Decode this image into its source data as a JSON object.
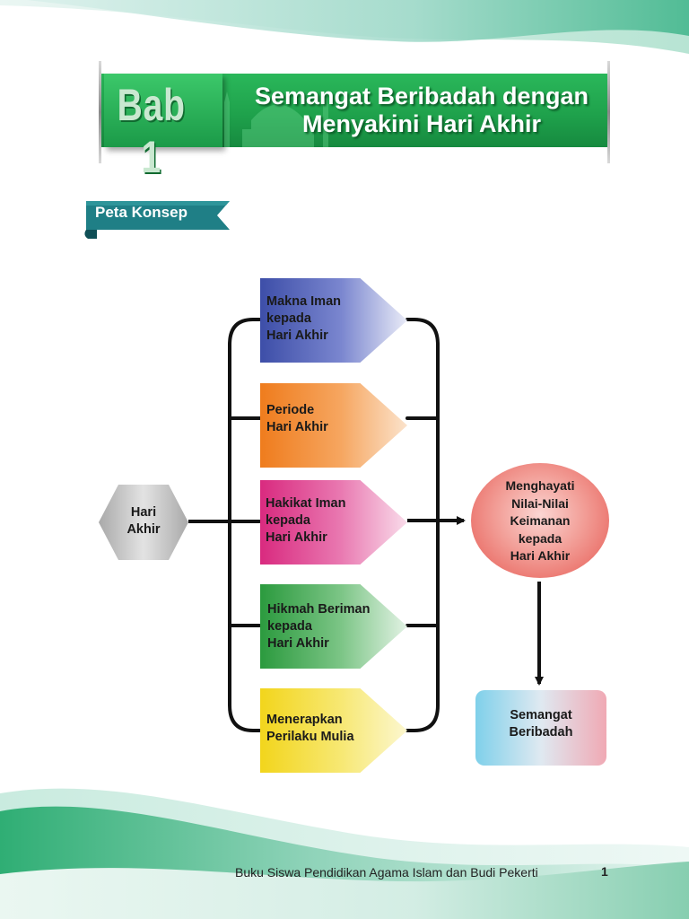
{
  "chapter": {
    "number_label": "Bab 1",
    "title_line1": "Semangat Beribadah dengan",
    "title_line2": "Menyakini Hari Akhir"
  },
  "section_label": "Peta Konsep",
  "concept_map": {
    "source": {
      "line1": "Hari",
      "line2": "Akhir"
    },
    "topics": [
      {
        "lines": [
          "Makna Iman",
          "kepada",
          "Hari Akhir"
        ],
        "color": "#3d4ea8"
      },
      {
        "lines": [
          "Periode",
          "Hari Akhir"
        ],
        "color": "#ef7c1d"
      },
      {
        "lines": [
          "Hakikat Iman",
          "kepada",
          "Hari Akhir"
        ],
        "color": "#d92a7f"
      },
      {
        "lines": [
          "Hikmah Beriman",
          "kepada",
          "Hari Akhir"
        ],
        "color": "#2b9a3e"
      },
      {
        "lines": [
          "Menerapkan",
          "Perilaku Mulia"
        ],
        "color": "#f2d51c"
      }
    ],
    "outcome": {
      "lines": [
        "Menghayati",
        "Nilai-Nilai",
        "Keimanan",
        "kepada",
        "Hari Akhir"
      ],
      "color": "#e6564f"
    },
    "result": {
      "lines": [
        "Semangat",
        "Beribadah"
      ]
    }
  },
  "footer": {
    "book_title": "Buku Siswa Pendidikan Agama Islam dan Budi Pekerti",
    "page_number": "1"
  },
  "colors": {
    "banner_green": "#1fa24c",
    "ribbon_teal": "#1f7f86"
  }
}
